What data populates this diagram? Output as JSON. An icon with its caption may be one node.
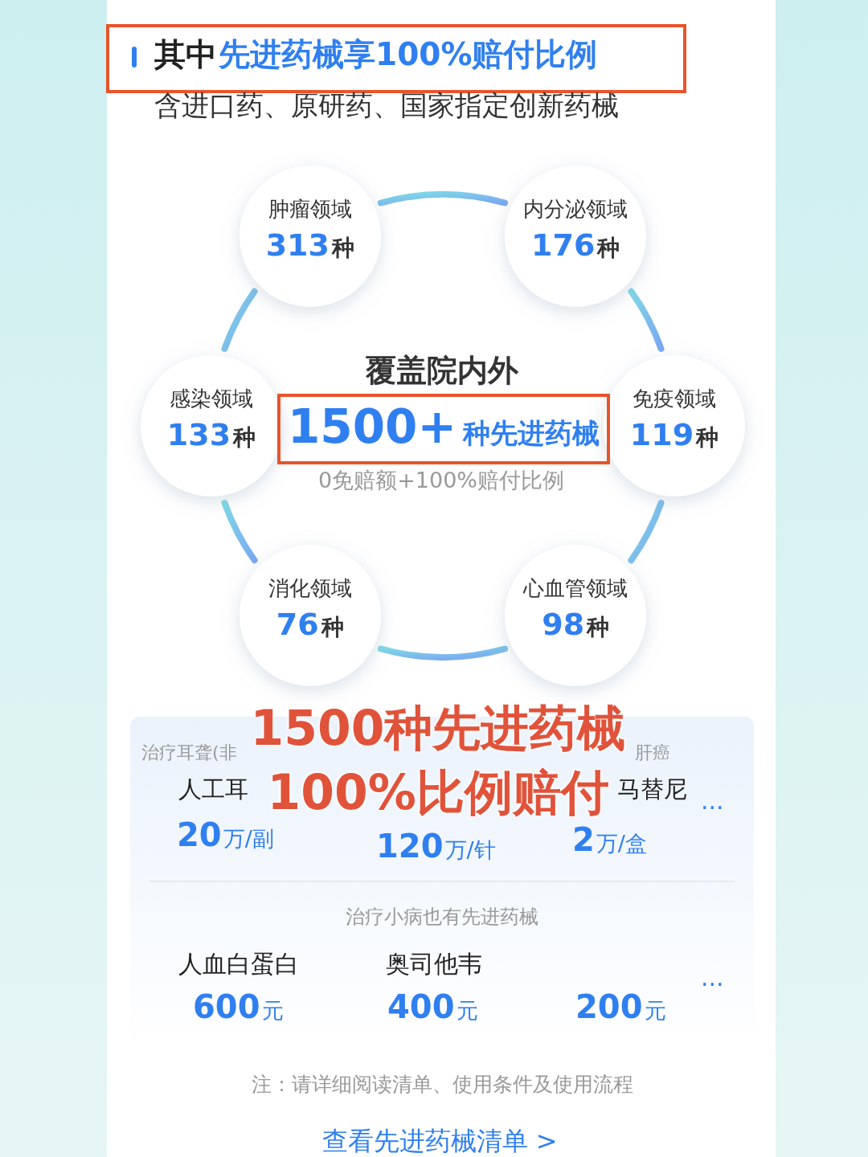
{
  "diagram": {
    "nodes": [
      {
        "text": [
          "其中",
          "先进药械享100%赔付比例"
        ]
      },
      {
        "text": [
          "肿瘤领域",
          "313",
          "种"
        ]
      },
      {
        "text": [
          "内分泌领域",
          "176",
          "种"
        ]
      },
      {
        "text": [
          "感染领域",
          "133",
          "种"
        ]
      },
      {
        "text": [
          "免疫领域",
          "119",
          "种"
        ]
      },
      {
        "text": [
          "消化领域",
          "76",
          "种"
        ]
      },
      {
        "text": [
          "心血管领域",
          "98",
          "种"
        ]
      },
      {
        "text": [
          "1500+",
          "种先进药械"
        ]
      }
    ],
    "edges": [
      {
        "from": 1,
        "to": 2,
        "arrow": "none"
      },
      {
        "from": 2,
        "to": 4,
        "arrow": "none"
      },
      {
        "from": 4,
        "to": 6,
        "arrow": "none"
      },
      {
        "from": 6,
        "to": 5,
        "arrow": "none"
      },
      {
        "from": 5,
        "to": 3,
        "arrow": "none"
      },
      {
        "from": 3,
        "to": 1,
        "arrow": "none"
      }
    ],
    "labels": [
      "含进口药、原研药、国家指定创新药械",
      "覆盖院内外",
      "0免赔额+100%赔付比例",
      "1500种先进药械",
      "100%比例赔付",
      "治疗耳聋(非",
      "肝癌",
      "人工耳",
      "马替尼",
      "...",
      "20",
      "万/副",
      "120",
      "万/针",
      "2",
      "万/盒",
      "治疗小病也有先进药械",
      "人血白蛋白",
      "奥司他韦",
      "...",
      "600",
      "元",
      "400",
      "元",
      "200",
      "元",
      "注：请详细阅读清单、使用条件及使用流程",
      "查看先进药械清单 >"
    ]
  }
}
